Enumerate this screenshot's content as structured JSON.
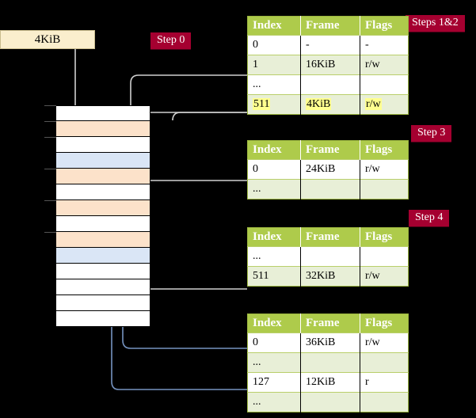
{
  "diagram": {
    "title_source_box": "4KiB",
    "step_badges": [
      {
        "id": "step0",
        "label": "Step 0"
      },
      {
        "id": "steps12",
        "label": "Steps 1&2"
      },
      {
        "id": "step3",
        "label": "Step 3"
      },
      {
        "id": "step4",
        "label": "Step 4"
      }
    ],
    "columns": [
      "Index",
      "Frame",
      "Flags"
    ],
    "tables": [
      {
        "id": "table-steps-1-2",
        "rows": [
          {
            "index": "0",
            "frame": "-",
            "flags": "-",
            "style": "plain",
            "highlight": false
          },
          {
            "index": "1",
            "frame": "16KiB",
            "flags": "r/w",
            "style": "alt",
            "highlight": false
          },
          {
            "index": "...",
            "frame": "",
            "flags": "",
            "style": "plain",
            "highlight": false
          },
          {
            "index": "511",
            "frame": "4KiB",
            "flags": "r/w",
            "style": "alt",
            "highlight": true
          }
        ]
      },
      {
        "id": "table-step-3",
        "rows": [
          {
            "index": "0",
            "frame": "24KiB",
            "flags": "r/w",
            "style": "plain",
            "highlight": false
          },
          {
            "index": "...",
            "frame": "",
            "flags": "",
            "style": "alt",
            "highlight": false
          }
        ]
      },
      {
        "id": "table-step-4-upper",
        "rows": [
          {
            "index": "...",
            "frame": "",
            "flags": "",
            "style": "plain",
            "highlight": false
          },
          {
            "index": "511",
            "frame": "32KiB",
            "flags": "r/w",
            "style": "alt",
            "highlight": false
          }
        ]
      },
      {
        "id": "table-step-4-lower",
        "rows": [
          {
            "index": "0",
            "frame": "36KiB",
            "flags": "r/w",
            "style": "plain",
            "highlight": false
          },
          {
            "index": "...",
            "frame": "",
            "flags": "",
            "style": "alt",
            "highlight": false
          },
          {
            "index": "127",
            "frame": "12KiB",
            "flags": "r",
            "style": "plain",
            "highlight": false
          },
          {
            "index": "...",
            "frame": "",
            "flags": "",
            "style": "alt",
            "highlight": false
          }
        ]
      }
    ],
    "memory_rows": [
      {
        "fill": "white"
      },
      {
        "fill": "peach"
      },
      {
        "fill": "white"
      },
      {
        "fill": "blue"
      },
      {
        "fill": "peach"
      },
      {
        "fill": "white"
      },
      {
        "fill": "peach"
      },
      {
        "fill": "white"
      },
      {
        "fill": "peach"
      },
      {
        "fill": "blue"
      },
      {
        "fill": "white"
      },
      {
        "fill": "white"
      },
      {
        "fill": "white"
      },
      {
        "fill": "white"
      }
    ],
    "colors": {
      "badge": "#a50030",
      "table_header": "#aecb4b",
      "table_alt_row": "#e8efd7",
      "highlight": "#ffff8f",
      "peach_row": "#fce2ca",
      "blue_row": "#dae6f6",
      "source_box": "#faeecd",
      "gray_arrow": "#c7c7c7",
      "blue_arrow": "#3f6aa5",
      "background": "#000000"
    }
  }
}
